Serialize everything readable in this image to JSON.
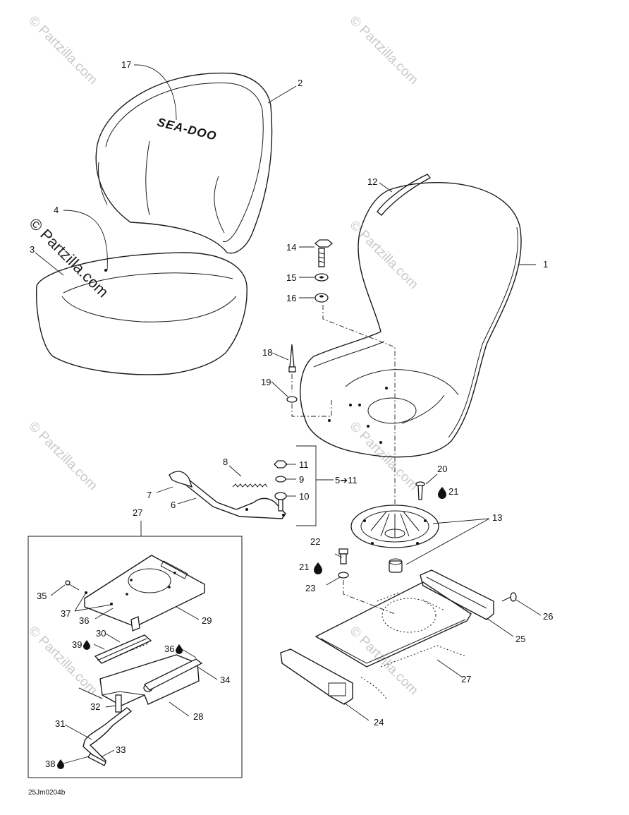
{
  "diagram": {
    "drawing_code": "25Jm0204b",
    "brand_logo": "SEA-DOO",
    "watermark": "© Partzilla.com",
    "callouts": {
      "c1": "1",
      "c2": "2",
      "c3": "3",
      "c4": "4",
      "c6": "6",
      "c7": "7",
      "c8": "8",
      "c9": "9",
      "c10": "10",
      "c11": "11",
      "c12": "12",
      "c13": "13",
      "c14": "14",
      "c15": "15",
      "c16": "16",
      "c17": "17",
      "c18": "18",
      "c19": "19",
      "c20": "20",
      "c21a": "21",
      "c21b": "21",
      "c22": "22",
      "c23": "23",
      "c24": "24",
      "c25": "25",
      "c26": "26",
      "c27a": "27",
      "c27b": "27",
      "c28": "28",
      "c29": "29",
      "c30": "30",
      "c31": "31",
      "c32": "32",
      "c33": "33",
      "c34": "34",
      "c35": "35",
      "c36a": "36",
      "c36b": "36",
      "c37": "37",
      "c38": "38",
      "c39": "39",
      "group": "5➔11"
    },
    "icons": [
      "drop-icon"
    ]
  }
}
